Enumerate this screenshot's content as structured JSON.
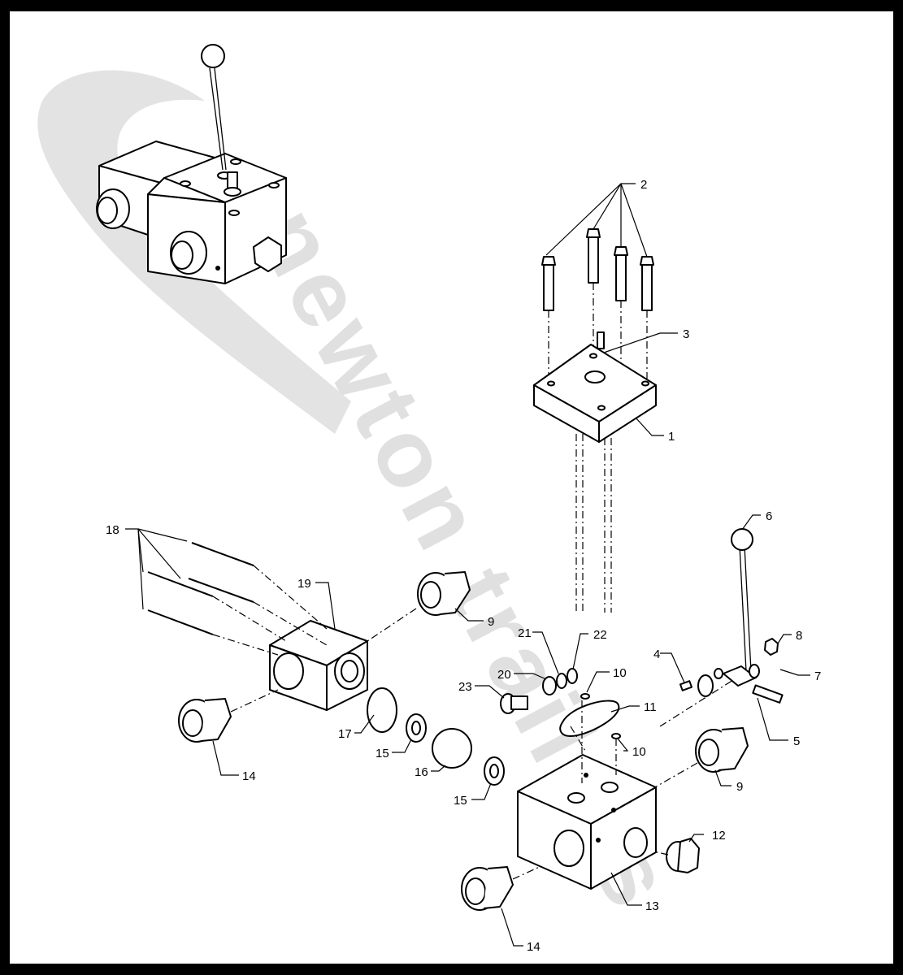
{
  "watermark": {
    "text": "newton trailers",
    "color": "#e0e0e0"
  },
  "callouts": [
    {
      "id": "c2",
      "label": "2"
    },
    {
      "id": "c3",
      "label": "3"
    },
    {
      "id": "c1",
      "label": "1"
    },
    {
      "id": "c6",
      "label": "6"
    },
    {
      "id": "c8",
      "label": "8"
    },
    {
      "id": "c4",
      "label": "4"
    },
    {
      "id": "c7",
      "label": "7"
    },
    {
      "id": "c5",
      "label": "5"
    },
    {
      "id": "c18",
      "label": "18"
    },
    {
      "id": "c19",
      "label": "19"
    },
    {
      "id": "c9a",
      "label": "9"
    },
    {
      "id": "c21",
      "label": "21"
    },
    {
      "id": "c22",
      "label": "22"
    },
    {
      "id": "c20",
      "label": "20"
    },
    {
      "id": "c23",
      "label": "23"
    },
    {
      "id": "c10a",
      "label": "10"
    },
    {
      "id": "c11",
      "label": "11"
    },
    {
      "id": "c10b",
      "label": "10"
    },
    {
      "id": "c17",
      "label": "17"
    },
    {
      "id": "c15a",
      "label": "15"
    },
    {
      "id": "c16",
      "label": "16"
    },
    {
      "id": "c15b",
      "label": "15"
    },
    {
      "id": "c9b",
      "label": "9"
    },
    {
      "id": "c14a",
      "label": "14"
    },
    {
      "id": "c12",
      "label": "12"
    },
    {
      "id": "c13",
      "label": "13"
    },
    {
      "id": "c14b",
      "label": "14"
    }
  ]
}
